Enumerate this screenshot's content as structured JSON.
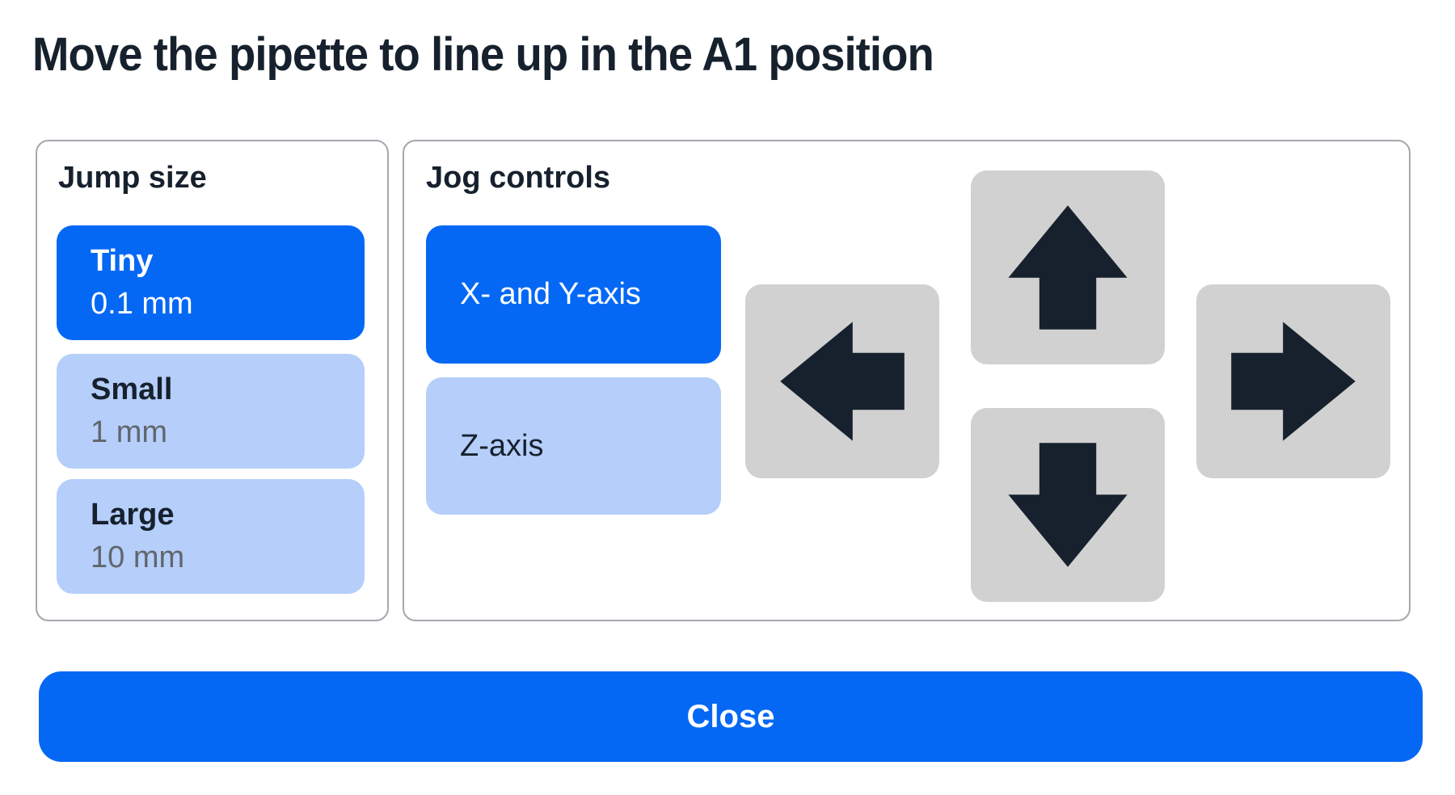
{
  "title": "Move the pipette to line up in the A1 position",
  "colors": {
    "blue": "#0568F5",
    "light_blue": "#B5CEFA",
    "gray": "#D1D1D1",
    "dark": "#16212D",
    "subtle": "#60666C"
  },
  "jump_size": {
    "label": "Jump size",
    "options": [
      {
        "name": "Tiny",
        "value": "0.1 mm",
        "selected": true
      },
      {
        "name": "Small",
        "value": "1 mm",
        "selected": false
      },
      {
        "name": "Large",
        "value": "10 mm",
        "selected": false
      }
    ]
  },
  "jog_controls": {
    "label": "Jog controls",
    "axis_options": [
      {
        "name": "X- and Y-axis",
        "selected": true
      },
      {
        "name": "Z-axis",
        "selected": false
      }
    ],
    "arrow_icons": [
      "arrow-left",
      "arrow-up",
      "arrow-down",
      "arrow-right"
    ]
  },
  "close_button": {
    "label": "Close"
  }
}
